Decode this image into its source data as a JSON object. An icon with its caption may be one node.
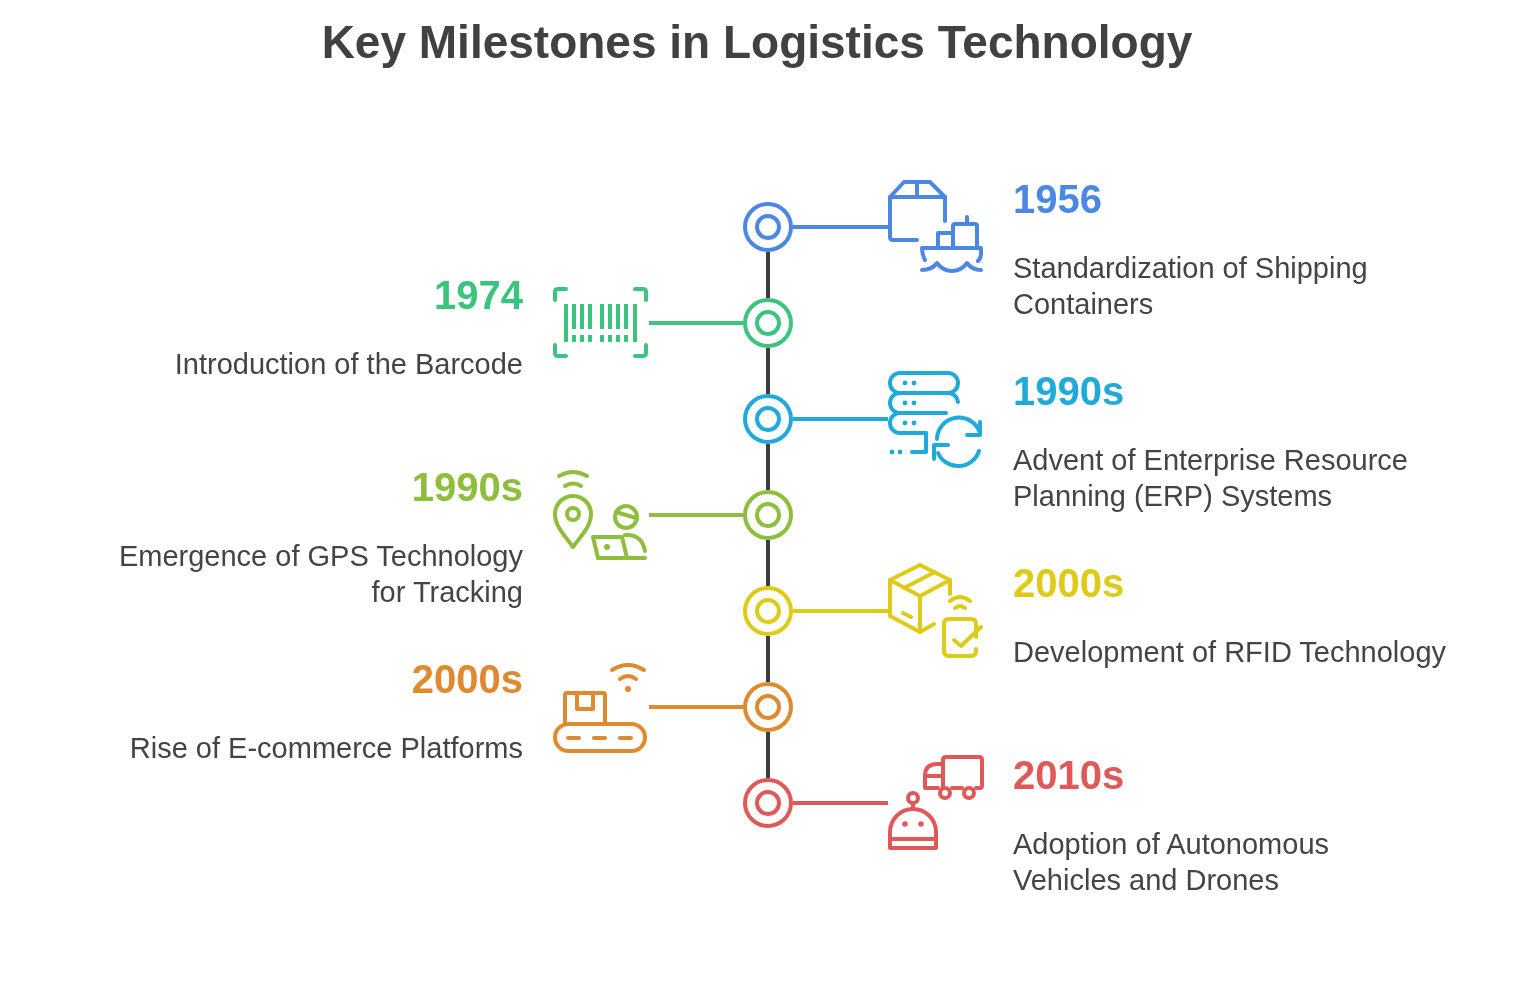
{
  "diagram": {
    "title": "Key Milestones in Logistics Technology",
    "nodes": [
      {
        "text": [],
        "shape": "circle"
      },
      {
        "text": [],
        "shape": "picture",
        "beside": [
          "1956",
          "Standardization of Shipping Containers"
        ]
      },
      {
        "text": [],
        "shape": "circle"
      },
      {
        "text": [],
        "shape": "picture",
        "beside": [
          "1974",
          "Introduction of the Barcode"
        ]
      },
      {
        "text": [],
        "shape": "circle"
      },
      {
        "text": [],
        "shape": "picture",
        "beside": [
          "1990s",
          "Advent of Enterprise Resource Planning (ERP) Systems"
        ]
      },
      {
        "text": [],
        "shape": "circle"
      },
      {
        "text": [],
        "shape": "picture",
        "beside": [
          "1990s",
          "Emergence of GPS Technology for Tracking"
        ]
      },
      {
        "text": [],
        "shape": "circle"
      },
      {
        "text": [],
        "shape": "picture",
        "beside": [
          "2000s",
          "Development of RFID Technology"
        ]
      },
      {
        "text": [],
        "shape": "circle"
      },
      {
        "text": [],
        "shape": "picture",
        "beside": [
          "2000s",
          "Rise of E-commerce Platforms"
        ]
      },
      {
        "text": [],
        "shape": "circle"
      },
      {
        "text": [],
        "shape": "picture",
        "beside": [
          "2010s",
          "Adoption of Autonomous Vehicles and Drones"
        ]
      }
    ],
    "edges": [
      {
        "from": 0,
        "to": 1,
        "arrow": "none",
        "color": "#4a88e4"
      },
      {
        "from": 0,
        "to": 2,
        "arrow": "none"
      },
      {
        "from": 2,
        "to": 3,
        "arrow": "none",
        "color": "#3cc47e"
      },
      {
        "from": 2,
        "to": 4,
        "arrow": "none"
      },
      {
        "from": 4,
        "to": 5,
        "arrow": "none",
        "color": "#20aadc"
      },
      {
        "from": 4,
        "to": 6,
        "arrow": "none"
      },
      {
        "from": 6,
        "to": 7,
        "arrow": "none",
        "color": "#8fbe3c"
      },
      {
        "from": 6,
        "to": 8,
        "arrow": "none"
      },
      {
        "from": 8,
        "to": 9,
        "arrow": "none",
        "color": "#dfcb17"
      },
      {
        "from": 8,
        "to": 10,
        "arrow": "none"
      },
      {
        "from": 10,
        "to": 11,
        "arrow": "none",
        "color": "#e08a30"
      },
      {
        "from": 10,
        "to": 12,
        "arrow": "none"
      },
      {
        "from": 12,
        "to": 13,
        "arrow": "none",
        "color": "#e05858"
      }
    ]
  }
}
